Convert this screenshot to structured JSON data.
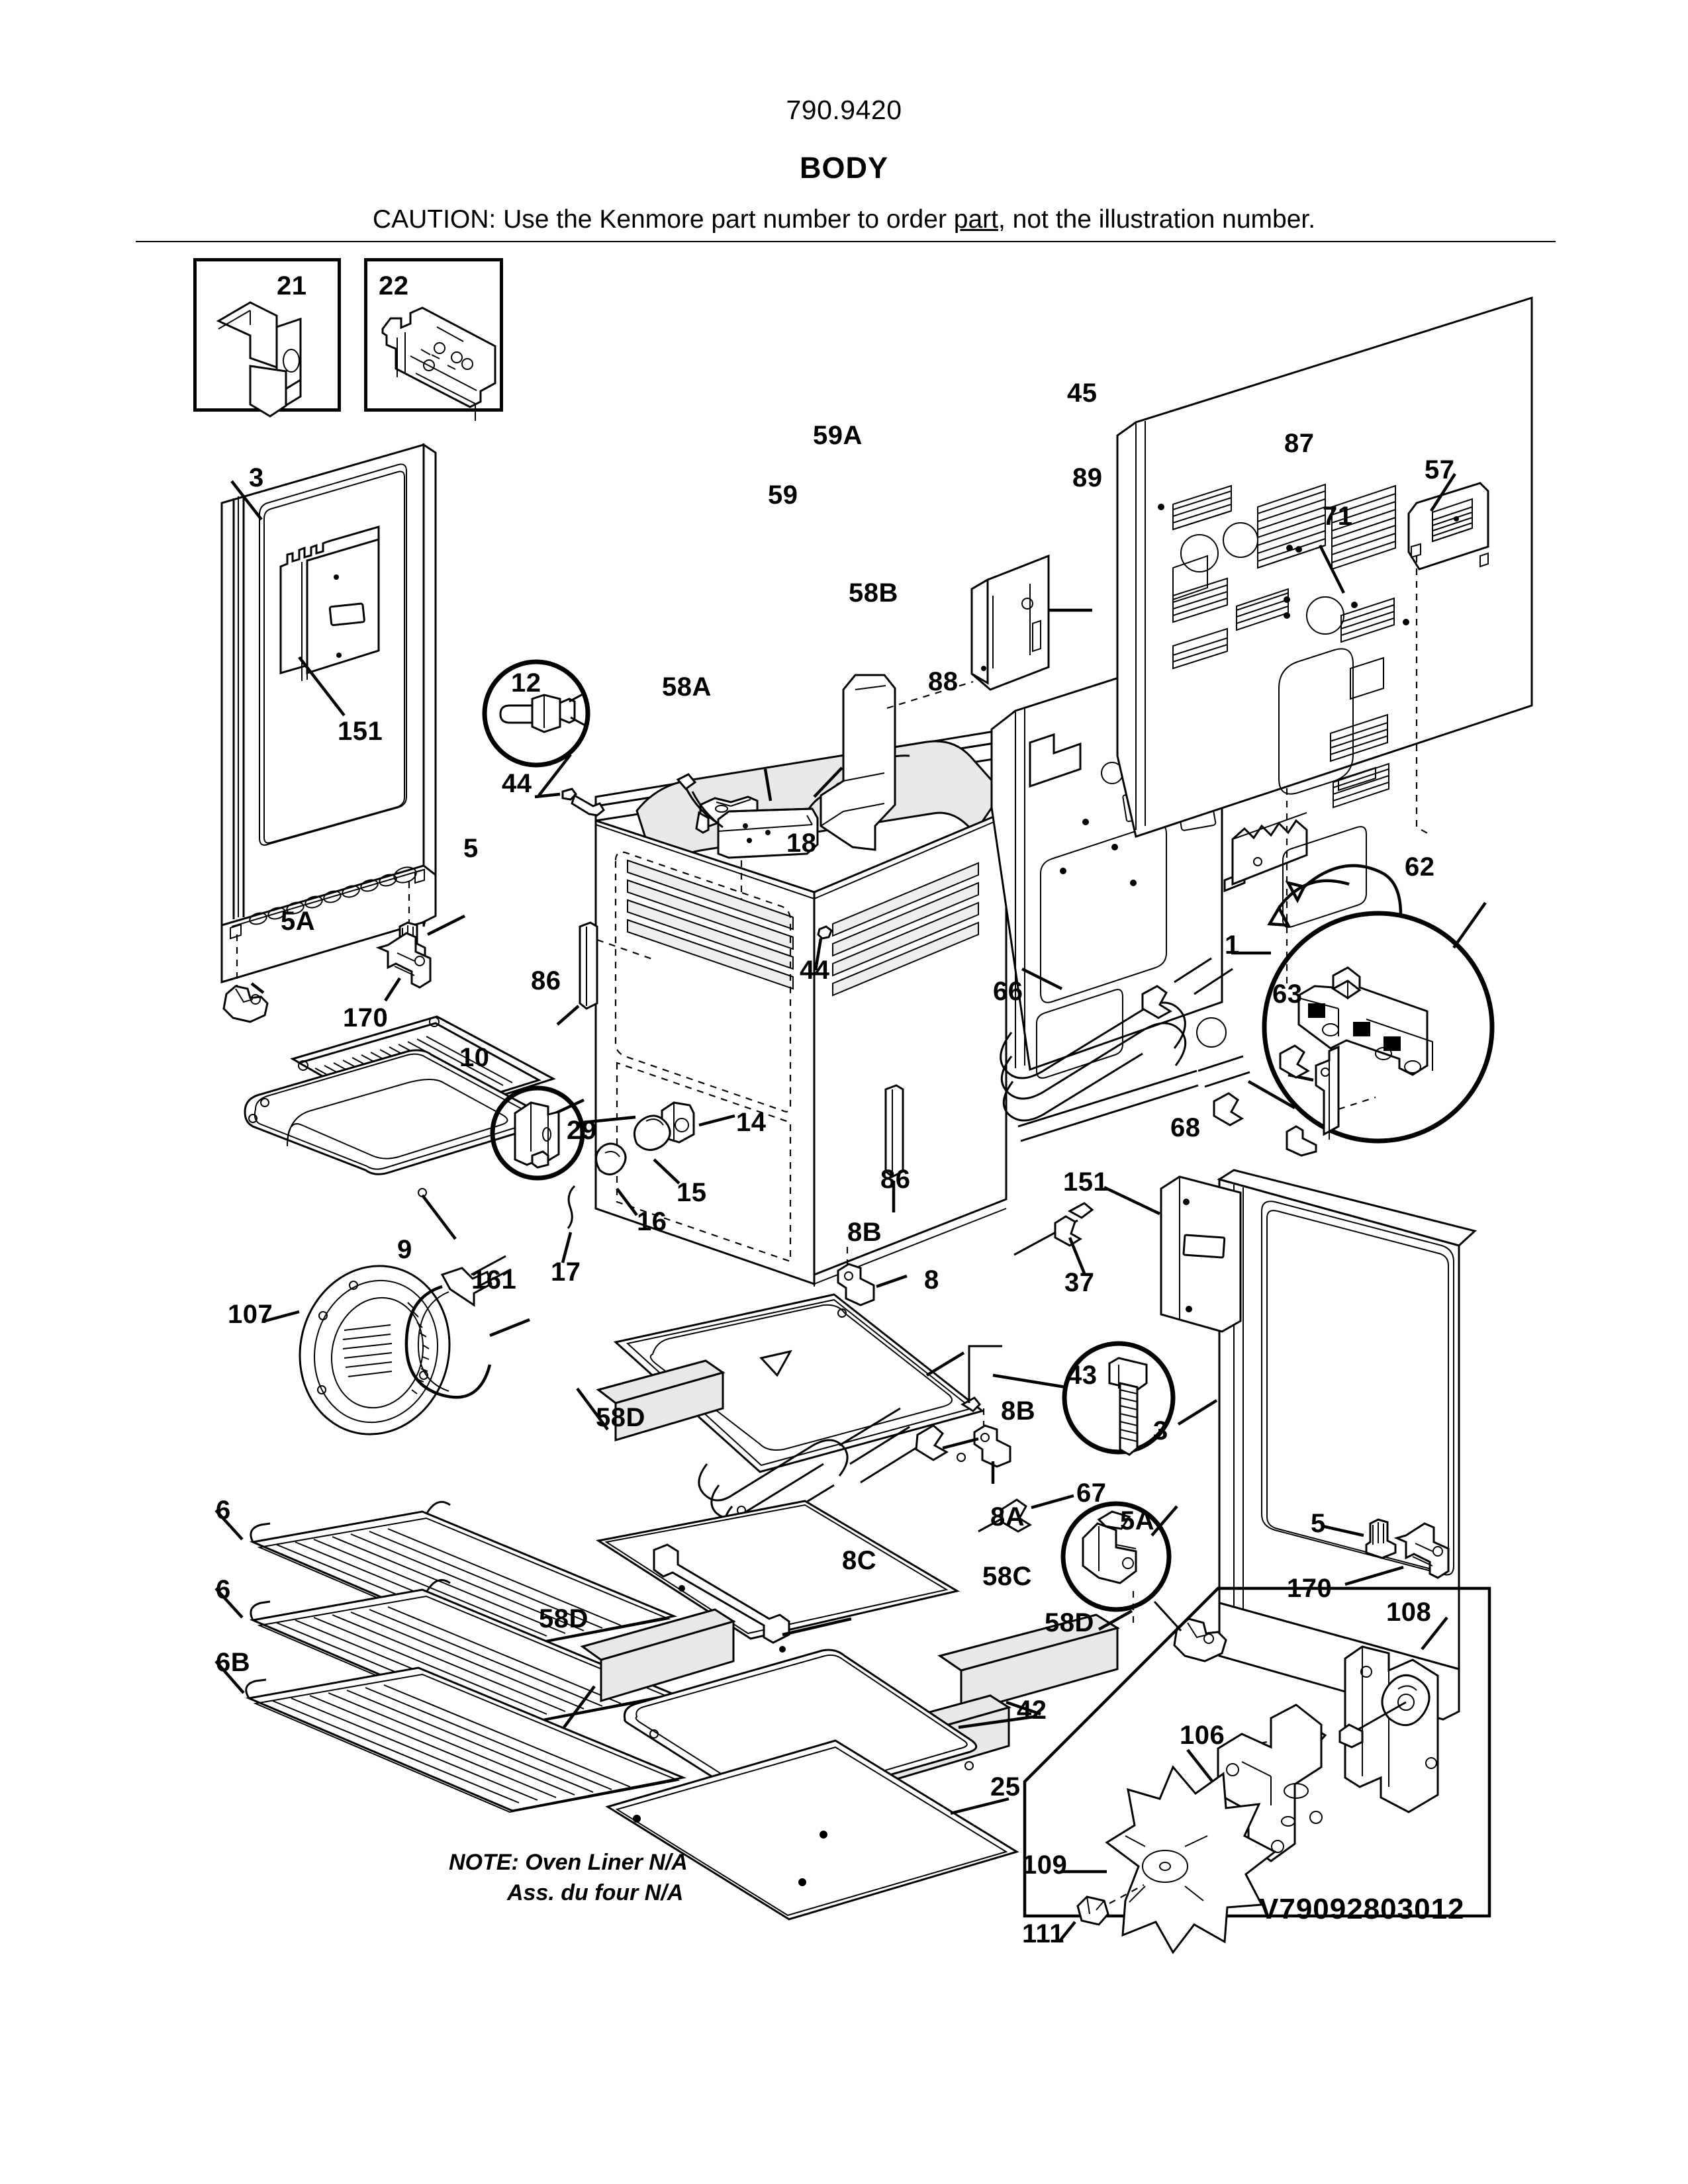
{
  "header": {
    "model_number": "790.9420",
    "title": "BODY",
    "caution_prefix": "CAUTION: Use the Kenmore part number to order ",
    "caution_underlined": "part",
    "caution_suffix": ", not the illustration number."
  },
  "notes": {
    "line1": "NOTE: Oven Liner N/A",
    "line2": "Ass. du four N/A"
  },
  "drawing_code": "V79092803012",
  "callouts": {
    "c21": "21",
    "c22": "22",
    "c3_left": "3",
    "c151_left": "151",
    "c5A_left": "5A",
    "c170_left": "170",
    "c5_left": "5",
    "c12": "12",
    "c44_left": "44",
    "c58A": "58A",
    "c18": "18",
    "c44_mid": "44",
    "c86_left": "86",
    "c86_right": "86",
    "c88": "88",
    "c58B": "58B",
    "c59": "59",
    "c59A": "59A",
    "c45": "45",
    "c89": "89",
    "c87": "87",
    "c71": "71",
    "c57": "57",
    "c1": "1",
    "c62": "62",
    "c63": "63",
    "c66": "66",
    "c68": "68",
    "c10": "10",
    "c9": "9",
    "c29": "29",
    "c14": "14",
    "c15": "15",
    "c16": "16",
    "c17": "17",
    "c107": "107",
    "c161": "161",
    "c6_a": "6",
    "c6_b": "6",
    "c6B": "6B",
    "c58D_a": "58D",
    "c58D_b": "58D",
    "c58D_c": "58D",
    "c8B_a": "8B",
    "c8B_b": "8B",
    "c8": "8",
    "c8A": "8A",
    "c8C": "8C",
    "c58C": "58C",
    "c42": "42",
    "c25": "25",
    "c37": "37",
    "c43": "43",
    "c151_right": "151",
    "c67": "67",
    "c5A_right": "5A",
    "c3_right": "3",
    "c5_right": "5",
    "c170_right": "170",
    "c108": "108",
    "c106": "106",
    "c109": "109",
    "c111": "111"
  }
}
